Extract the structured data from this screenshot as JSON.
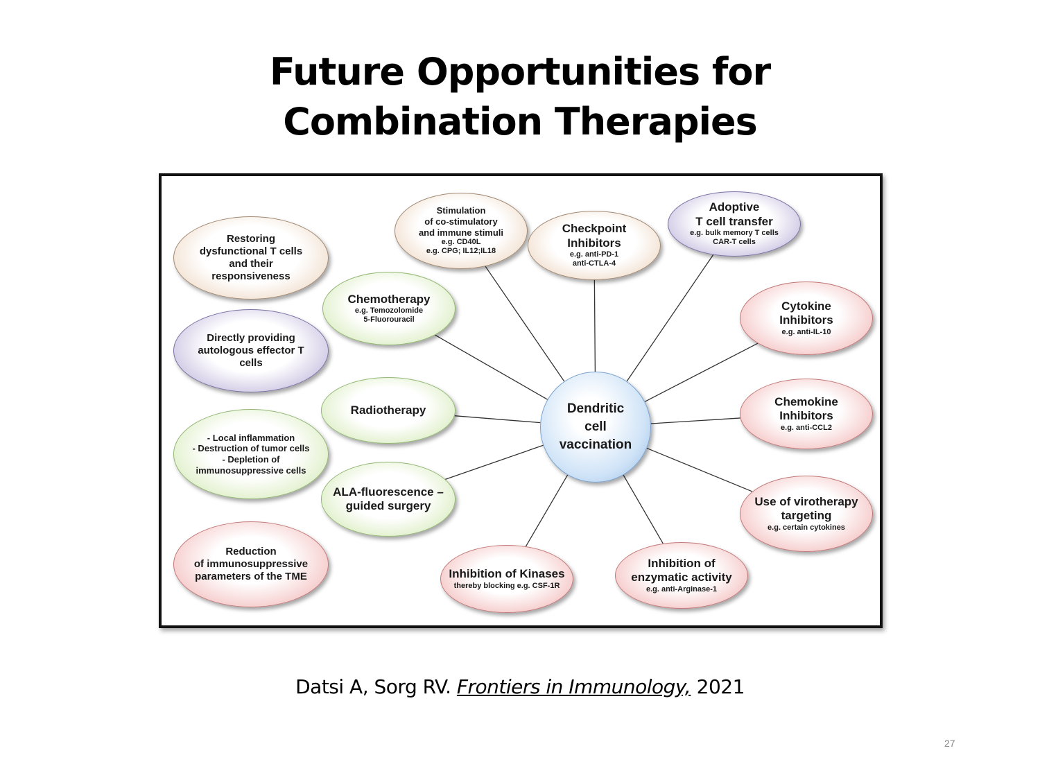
{
  "slide": {
    "title_line1": "Future Opportunities for",
    "title_line2": "Combination Therapies",
    "page_number": "27"
  },
  "citation": {
    "authors": "Datsi A, Sorg RV.",
    "journal": "Frontiers in Immunology,",
    "year": "2021"
  },
  "diagram": {
    "center": {
      "line1": "Dendritic",
      "line2": "cell",
      "line3": "vaccination"
    },
    "nodes": {
      "stimulation": {
        "line1": "Stimulation",
        "line2": "of co-stimulatory",
        "line3": "and immune stimuli",
        "sub1": "e.g. CD40L",
        "sub2": "e.g. CPG; IL12;IL18"
      },
      "checkpoint": {
        "line1": "Checkpoint",
        "line2": "Inhibitors",
        "sub1": "e.g. anti-PD-1",
        "sub2": "anti-CTLA-4"
      },
      "adoptive": {
        "line1": "Adoptive",
        "line2": "T cell transfer",
        "sub1": "e.g. bulk memory T cells",
        "sub2": "CAR-T cells"
      },
      "restoring": {
        "line1": "Restoring",
        "line2": "dysfunctional T cells",
        "line3": "and their",
        "line4": "responsiveness"
      },
      "chemotherapy": {
        "line1": "Chemotherapy",
        "sub1": "e.g. Temozolomide",
        "sub2": "5-Fluorouracil"
      },
      "cytokine": {
        "line1": "Cytokine",
        "line2": "Inhibitors",
        "sub1": "e.g. anti-IL-10"
      },
      "directly": {
        "line1": "Directly providing",
        "line2": "autologous effector T",
        "line3": "cells"
      },
      "radiotherapy": {
        "line1": "Radiotherapy"
      },
      "chemokine": {
        "line1": "Chemokine",
        "line2": "Inhibitors",
        "sub1": "e.g. anti-CCL2"
      },
      "local": {
        "line1": "- Local inflammation",
        "line2": "- Destruction of tumor cells",
        "line3": "-   Depletion of",
        "line4": "immunosuppressive cells"
      },
      "ala": {
        "line1": "ALA-fluorescence –",
        "line2": "guided surgery"
      },
      "virotherapy": {
        "line1": "Use of virotherapy",
        "line2": "targeting",
        "sub1": "e.g. certain cytokines"
      },
      "reduction": {
        "line1": "Reduction",
        "line2": "of immunosuppressive",
        "line3": "parameters of the TME"
      },
      "kinases": {
        "line1": "Inhibition of Kinases",
        "sub1": "thereby blocking e.g. CSF-1R"
      },
      "enzymatic": {
        "line1": "Inhibition of",
        "line2": "enzymatic activity",
        "sub1": "e.g. anti-Arginase-1"
      }
    },
    "connections": [
      "stimulation",
      "checkpoint",
      "adoptive",
      "chemotherapy",
      "cytokine",
      "radiotherapy",
      "chemokine",
      "ala",
      "virotherapy",
      "kinases",
      "enzymatic"
    ],
    "colors": {
      "beige": "#f1dfce",
      "purple": "#cdc6e3",
      "green": "#dfefc8",
      "red": "#f6cccc",
      "blue": "#cfe3f7",
      "line": "#333333"
    }
  }
}
